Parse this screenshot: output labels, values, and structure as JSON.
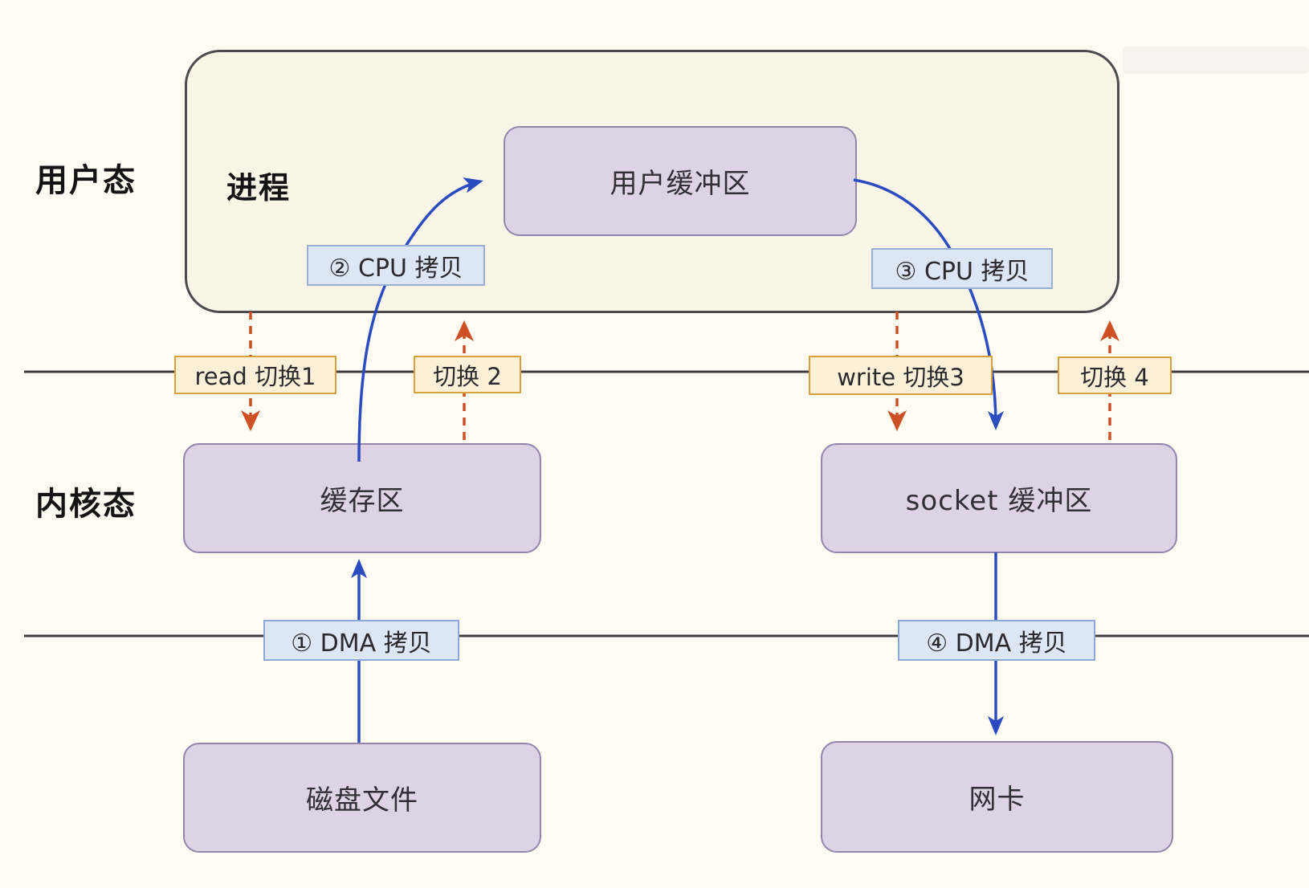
{
  "regions": {
    "user_mode": "用户态",
    "kernel_mode": "内核态"
  },
  "process_box": {
    "label": "进程"
  },
  "nodes": {
    "user_buffer": "用户缓冲区",
    "kernel_buffer": "缓存区",
    "socket_buffer": "socket 缓冲区",
    "disk_file": "磁盘文件",
    "nic": "网卡"
  },
  "copy_labels": {
    "dma_copy_1": "① DMA 拷贝",
    "cpu_copy_2": "② CPU 拷贝",
    "cpu_copy_3": "③ CPU 拷贝",
    "dma_copy_4": "④ DMA 拷贝"
  },
  "switch_labels": {
    "switch_1": "read 切换1",
    "switch_2": "切换 2",
    "switch_3": "write 切换3",
    "switch_4": "切换 4"
  },
  "colors": {
    "page_bg": "#fefcf3",
    "process_box_fill": "#f9f6e8",
    "process_box_border": "#4c4c4c",
    "node_fill": "#ded3e5",
    "node_border": "#9585ac",
    "copy_label_fill": "#dce6f4",
    "copy_label_border": "#98aed2",
    "switch_label_fill": "#fcf0d8",
    "switch_label_border": "#d8a13b",
    "blue_arrow": "#2b4bc0",
    "orange_dashed_arrow": "#cd4f24",
    "separator_line": "#3d3d3d"
  }
}
